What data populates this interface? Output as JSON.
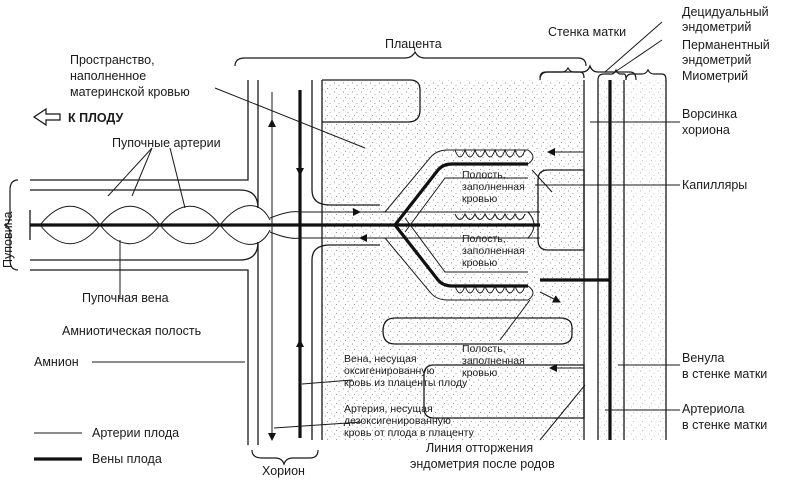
{
  "labels": {
    "to_fetus": "К ПЛОДУ",
    "space": [
      "Пространство,",
      "наполненное",
      "материнской кровью"
    ],
    "placenta": "Плацента",
    "uterine_wall": "Стенка матки",
    "decidual": [
      "Децидуальный",
      "эндометрий"
    ],
    "permanent": [
      "Перманентный",
      "эндометрий"
    ],
    "myometrium": "Миометрий",
    "villus": [
      "Ворсинка",
      "хориона"
    ],
    "capillaries": "Капилляры",
    "cavity": [
      "Полость,",
      "заполненная",
      "кровью"
    ],
    "umbilical_arteries": "Пупочные артерии",
    "umbilical_cord": "Пуповина",
    "umbilical_vein": "Пупочная вена",
    "amniotic_cavity": "Амниотическая полость",
    "amnion": "Амнион",
    "vein_note": [
      "Вена, несущая",
      "оксигенированную",
      "кровь из плаценты плоду"
    ],
    "artery_note": [
      "Артерия, несущая",
      "дезоксигенированную",
      "кровь от плода в плаценту"
    ],
    "venule": [
      "Венула",
      "в стенке матки"
    ],
    "arteriole": [
      "Артериола",
      "в стенке матки"
    ],
    "separation": [
      "Линия отторжения",
      "эндометрия после родов"
    ],
    "chorion": "Хорион"
  },
  "legend": {
    "artery": "Артерии плода",
    "vein": "Вены плода"
  }
}
